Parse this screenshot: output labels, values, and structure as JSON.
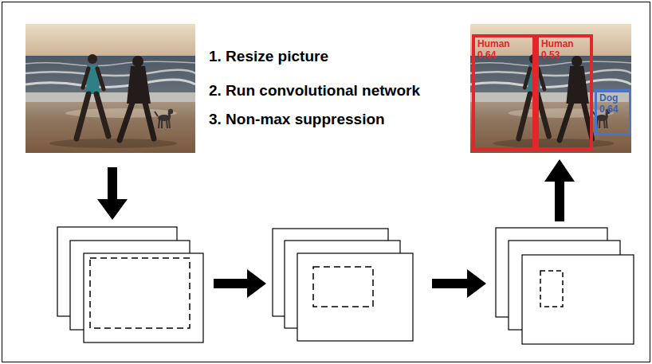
{
  "diagram": {
    "nodes": [
      {
        "text": [
          "Human 0.64"
        ]
      },
      {
        "text": [
          "Human 0.53"
        ]
      },
      {
        "text": [
          "Dog 0.64"
        ]
      }
    ],
    "labels": [
      "1. Resize picture",
      "2. Run convolutional network",
      "3. Non-max suppression"
    ]
  }
}
